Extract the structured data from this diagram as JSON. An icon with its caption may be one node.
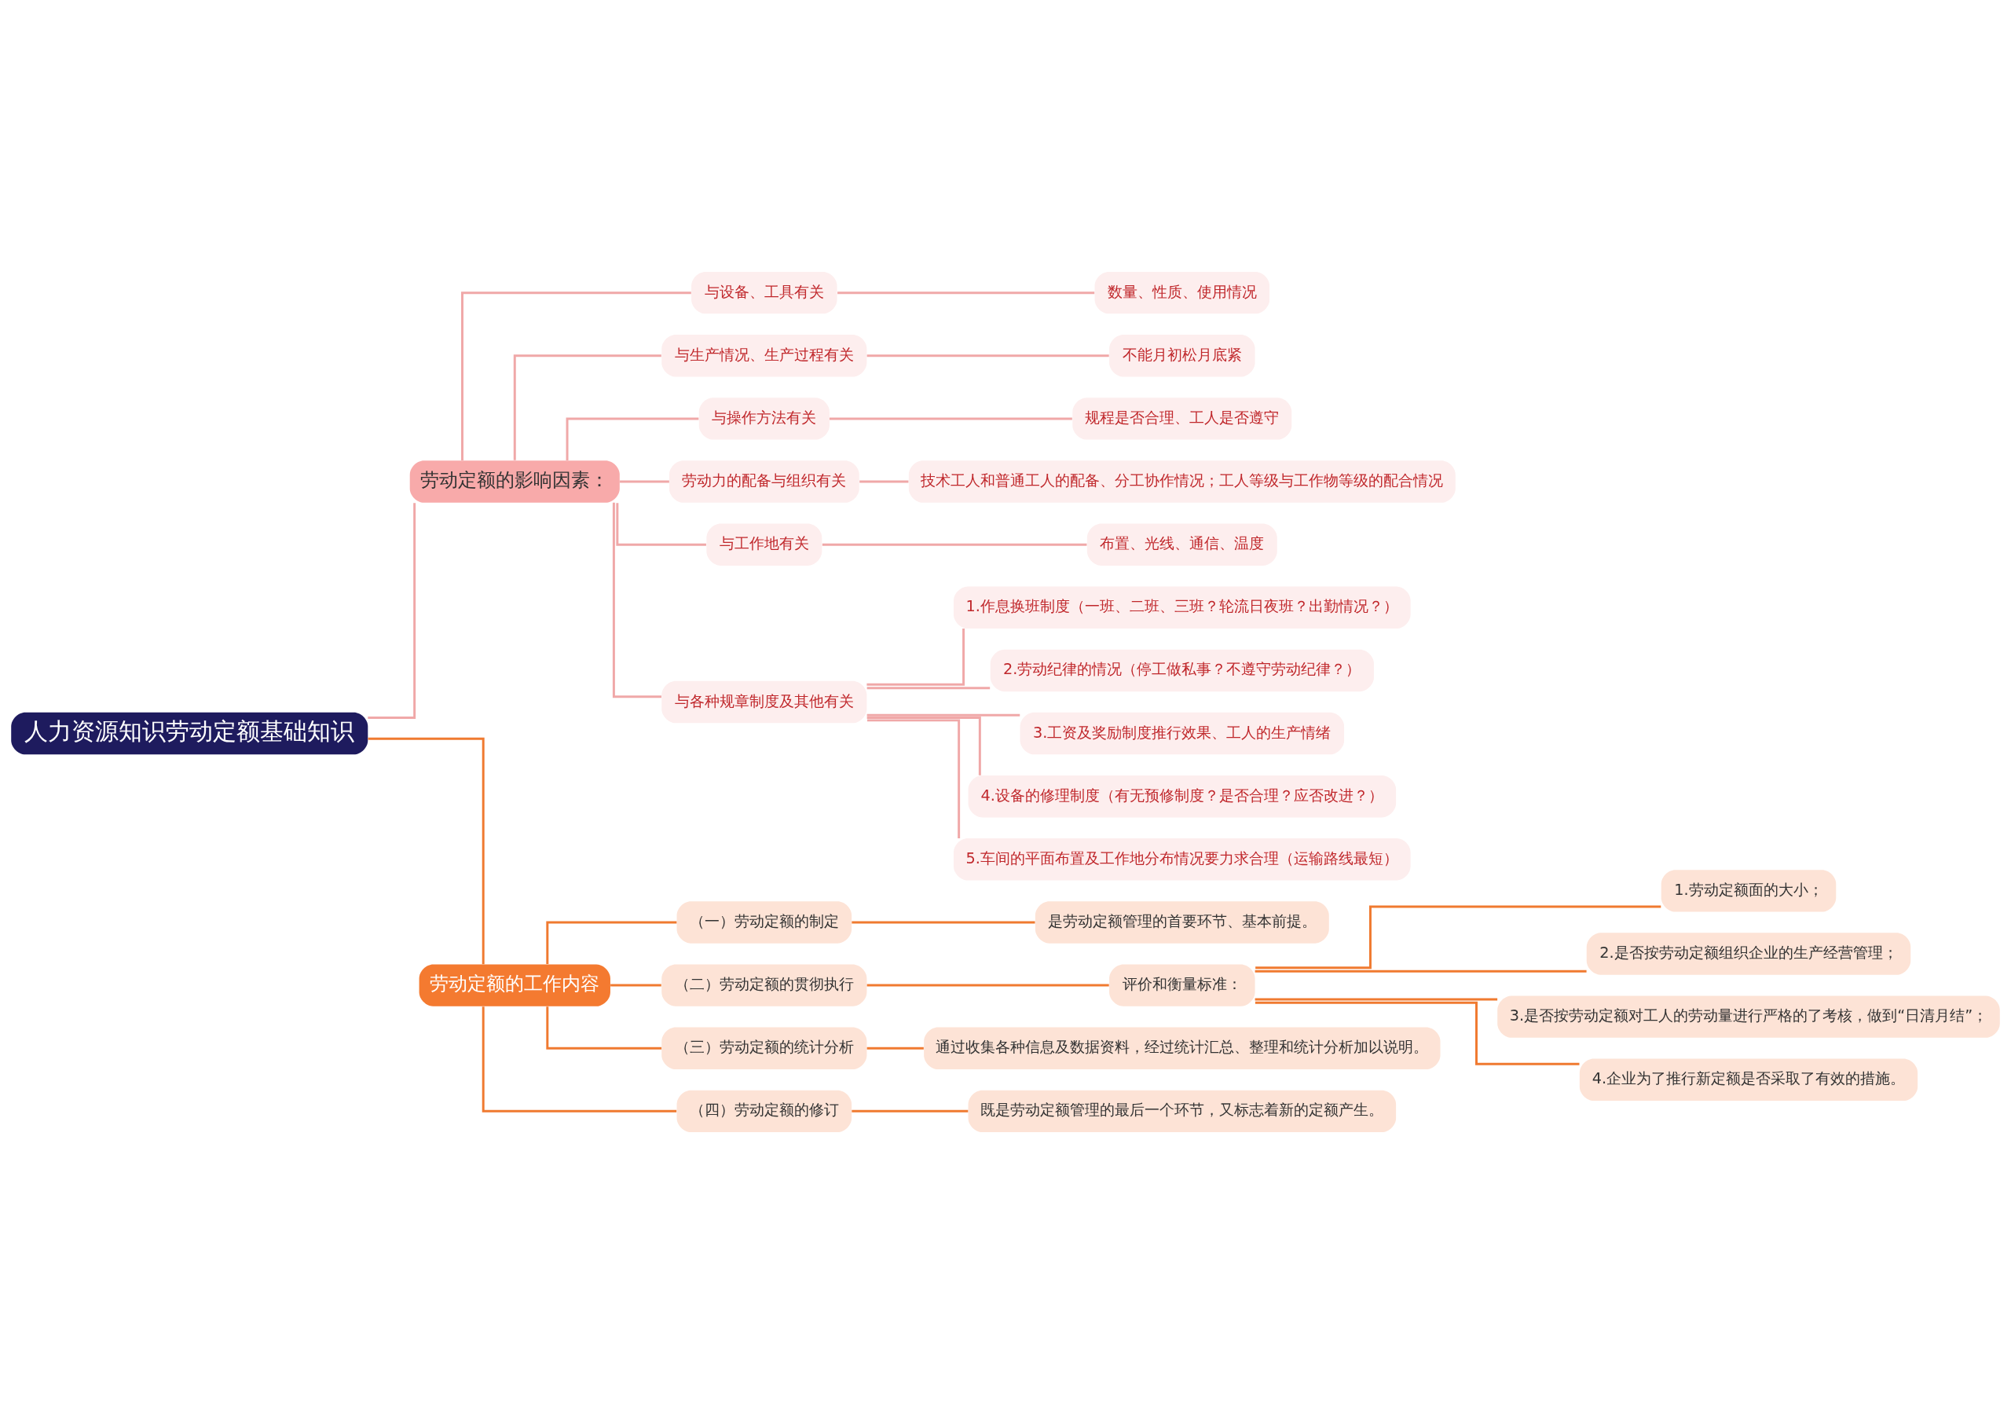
{
  "diagram": {
    "nodes": [
      {
        "text": [
          "人力资源知识劳动定额基础知识"
        ]
      },
      {
        "text": [
          "劳动定额的影响因素："
        ]
      },
      {
        "text": [
          "与设备、工具有关"
        ]
      },
      {
        "text": [
          "数量、性质、使用情况"
        ]
      },
      {
        "text": [
          "与生产情况、生产过程有关"
        ]
      },
      {
        "text": [
          "不能月初松月底紧"
        ]
      },
      {
        "text": [
          "与操作方法有关"
        ]
      },
      {
        "text": [
          "规程是否合理、工人是否遵守"
        ]
      },
      {
        "text": [
          "劳动力的配备与组织有关"
        ]
      },
      {
        "text": [
          "技术工人和普通工人的配备、分工协作情况；工人等级与工作物等级的配合情况"
        ]
      },
      {
        "text": [
          "与工作地有关"
        ]
      },
      {
        "text": [
          "布置、光线、通信、温度"
        ]
      },
      {
        "text": [
          "与各种规章制度及其他有关"
        ]
      },
      {
        "text": [
          "1.作息换班制度（一班、二班、三班？轮流日夜班？出勤情况？）"
        ]
      },
      {
        "text": [
          "2.劳动纪律的情况（停工做私事？不遵守劳动纪律？）"
        ]
      },
      {
        "text": [
          "3.工资及奖励制度推行效果、工人的生产情绪"
        ]
      },
      {
        "text": [
          "4.设备的修理制度（有无预修制度？是否合理？应否改进？）"
        ]
      },
      {
        "text": [
          "5.车间的平面布置及工作地分布情况要力求合理（运输路线最短）"
        ]
      },
      {
        "text": [
          "劳动定额的工作内容"
        ]
      },
      {
        "text": [
          "（一）劳动定额的制定"
        ]
      },
      {
        "text": [
          "是劳动定额管理的首要环节、基本前提。"
        ]
      },
      {
        "text": [
          "（二）劳动定额的贯彻执行"
        ]
      },
      {
        "text": [
          "评价和衡量标准："
        ]
      },
      {
        "text": [
          "1.劳动定额面的大小；"
        ]
      },
      {
        "text": [
          "2.是否按劳动定额组织企业的生产经营管理；"
        ]
      },
      {
        "text": [
          "3.是否按劳动定额对工人的劳动量进行严格的了考核，做到“日清月结”；"
        ]
      },
      {
        "text": [
          "4.企业为了推行新定额是否采取了有效的措施。"
        ]
      },
      {
        "text": [
          "（三）劳动定额的统计分析"
        ]
      },
      {
        "text": [
          "通过收集各种信息及数据资料，经过统计汇总、整理和统计分析加以说明。"
        ]
      },
      {
        "text": [
          "（四）劳动定额的修订"
        ]
      },
      {
        "text": [
          "既是劳动定额管理的最后一个环节，又标志着新的定额产生。"
        ]
      }
    ],
    "edges": [
      {
        "from": 0,
        "to": 1,
        "arrow": "none"
      },
      {
        "from": 1,
        "to": 2,
        "arrow": "none"
      },
      {
        "from": 2,
        "to": 3,
        "arrow": "none"
      },
      {
        "from": 1,
        "to": 4,
        "arrow": "none"
      },
      {
        "from": 4,
        "to": 5,
        "arrow": "none"
      },
      {
        "from": 1,
        "to": 6,
        "arrow": "none"
      },
      {
        "from": 6,
        "to": 7,
        "arrow": "none"
      },
      {
        "from": 1,
        "to": 8,
        "arrow": "none"
      },
      {
        "from": 8,
        "to": 9,
        "arrow": "none"
      },
      {
        "from": 1,
        "to": 10,
        "arrow": "none"
      },
      {
        "from": 10,
        "to": 11,
        "arrow": "none"
      },
      {
        "from": 1,
        "to": 12,
        "arrow": "none"
      },
      {
        "from": 12,
        "to": 13,
        "arrow": "none"
      },
      {
        "from": 12,
        "to": 14,
        "arrow": "none"
      },
      {
        "from": 12,
        "to": 15,
        "arrow": "none"
      },
      {
        "from": 12,
        "to": 16,
        "arrow": "none"
      },
      {
        "from": 12,
        "to": 17,
        "arrow": "none"
      },
      {
        "from": 0,
        "to": 18,
        "arrow": "none",
        "color": "#f07a30"
      },
      {
        "from": 18,
        "to": 19,
        "arrow": "none",
        "color": "#f07a30"
      },
      {
        "from": 19,
        "to": 20,
        "arrow": "none",
        "color": "#f07a30"
      },
      {
        "from": 18,
        "to": 21,
        "arrow": "none",
        "color": "#f07a30"
      },
      {
        "from": 21,
        "to": 22,
        "arrow": "none",
        "color": "#f07a30"
      },
      {
        "from": 22,
        "to": 23,
        "arrow": "none",
        "color": "#f07a30"
      },
      {
        "from": 22,
        "to": 24,
        "arrow": "none",
        "color": "#f07a30"
      },
      {
        "from": 22,
        "to": 25,
        "arrow": "none",
        "color": "#f07a30"
      },
      {
        "from": 22,
        "to": 26,
        "arrow": "none",
        "color": "#f07a30"
      },
      {
        "from": 18,
        "to": 27,
        "arrow": "none",
        "color": "#f07a30"
      },
      {
        "from": 27,
        "to": 28,
        "arrow": "none",
        "color": "#f07a30"
      },
      {
        "from": 18,
        "to": 29,
        "arrow": "none",
        "color": "#f07a30"
      },
      {
        "from": 29,
        "to": 30,
        "arrow": "none",
        "color": "#f07a30"
      }
    ]
  }
}
